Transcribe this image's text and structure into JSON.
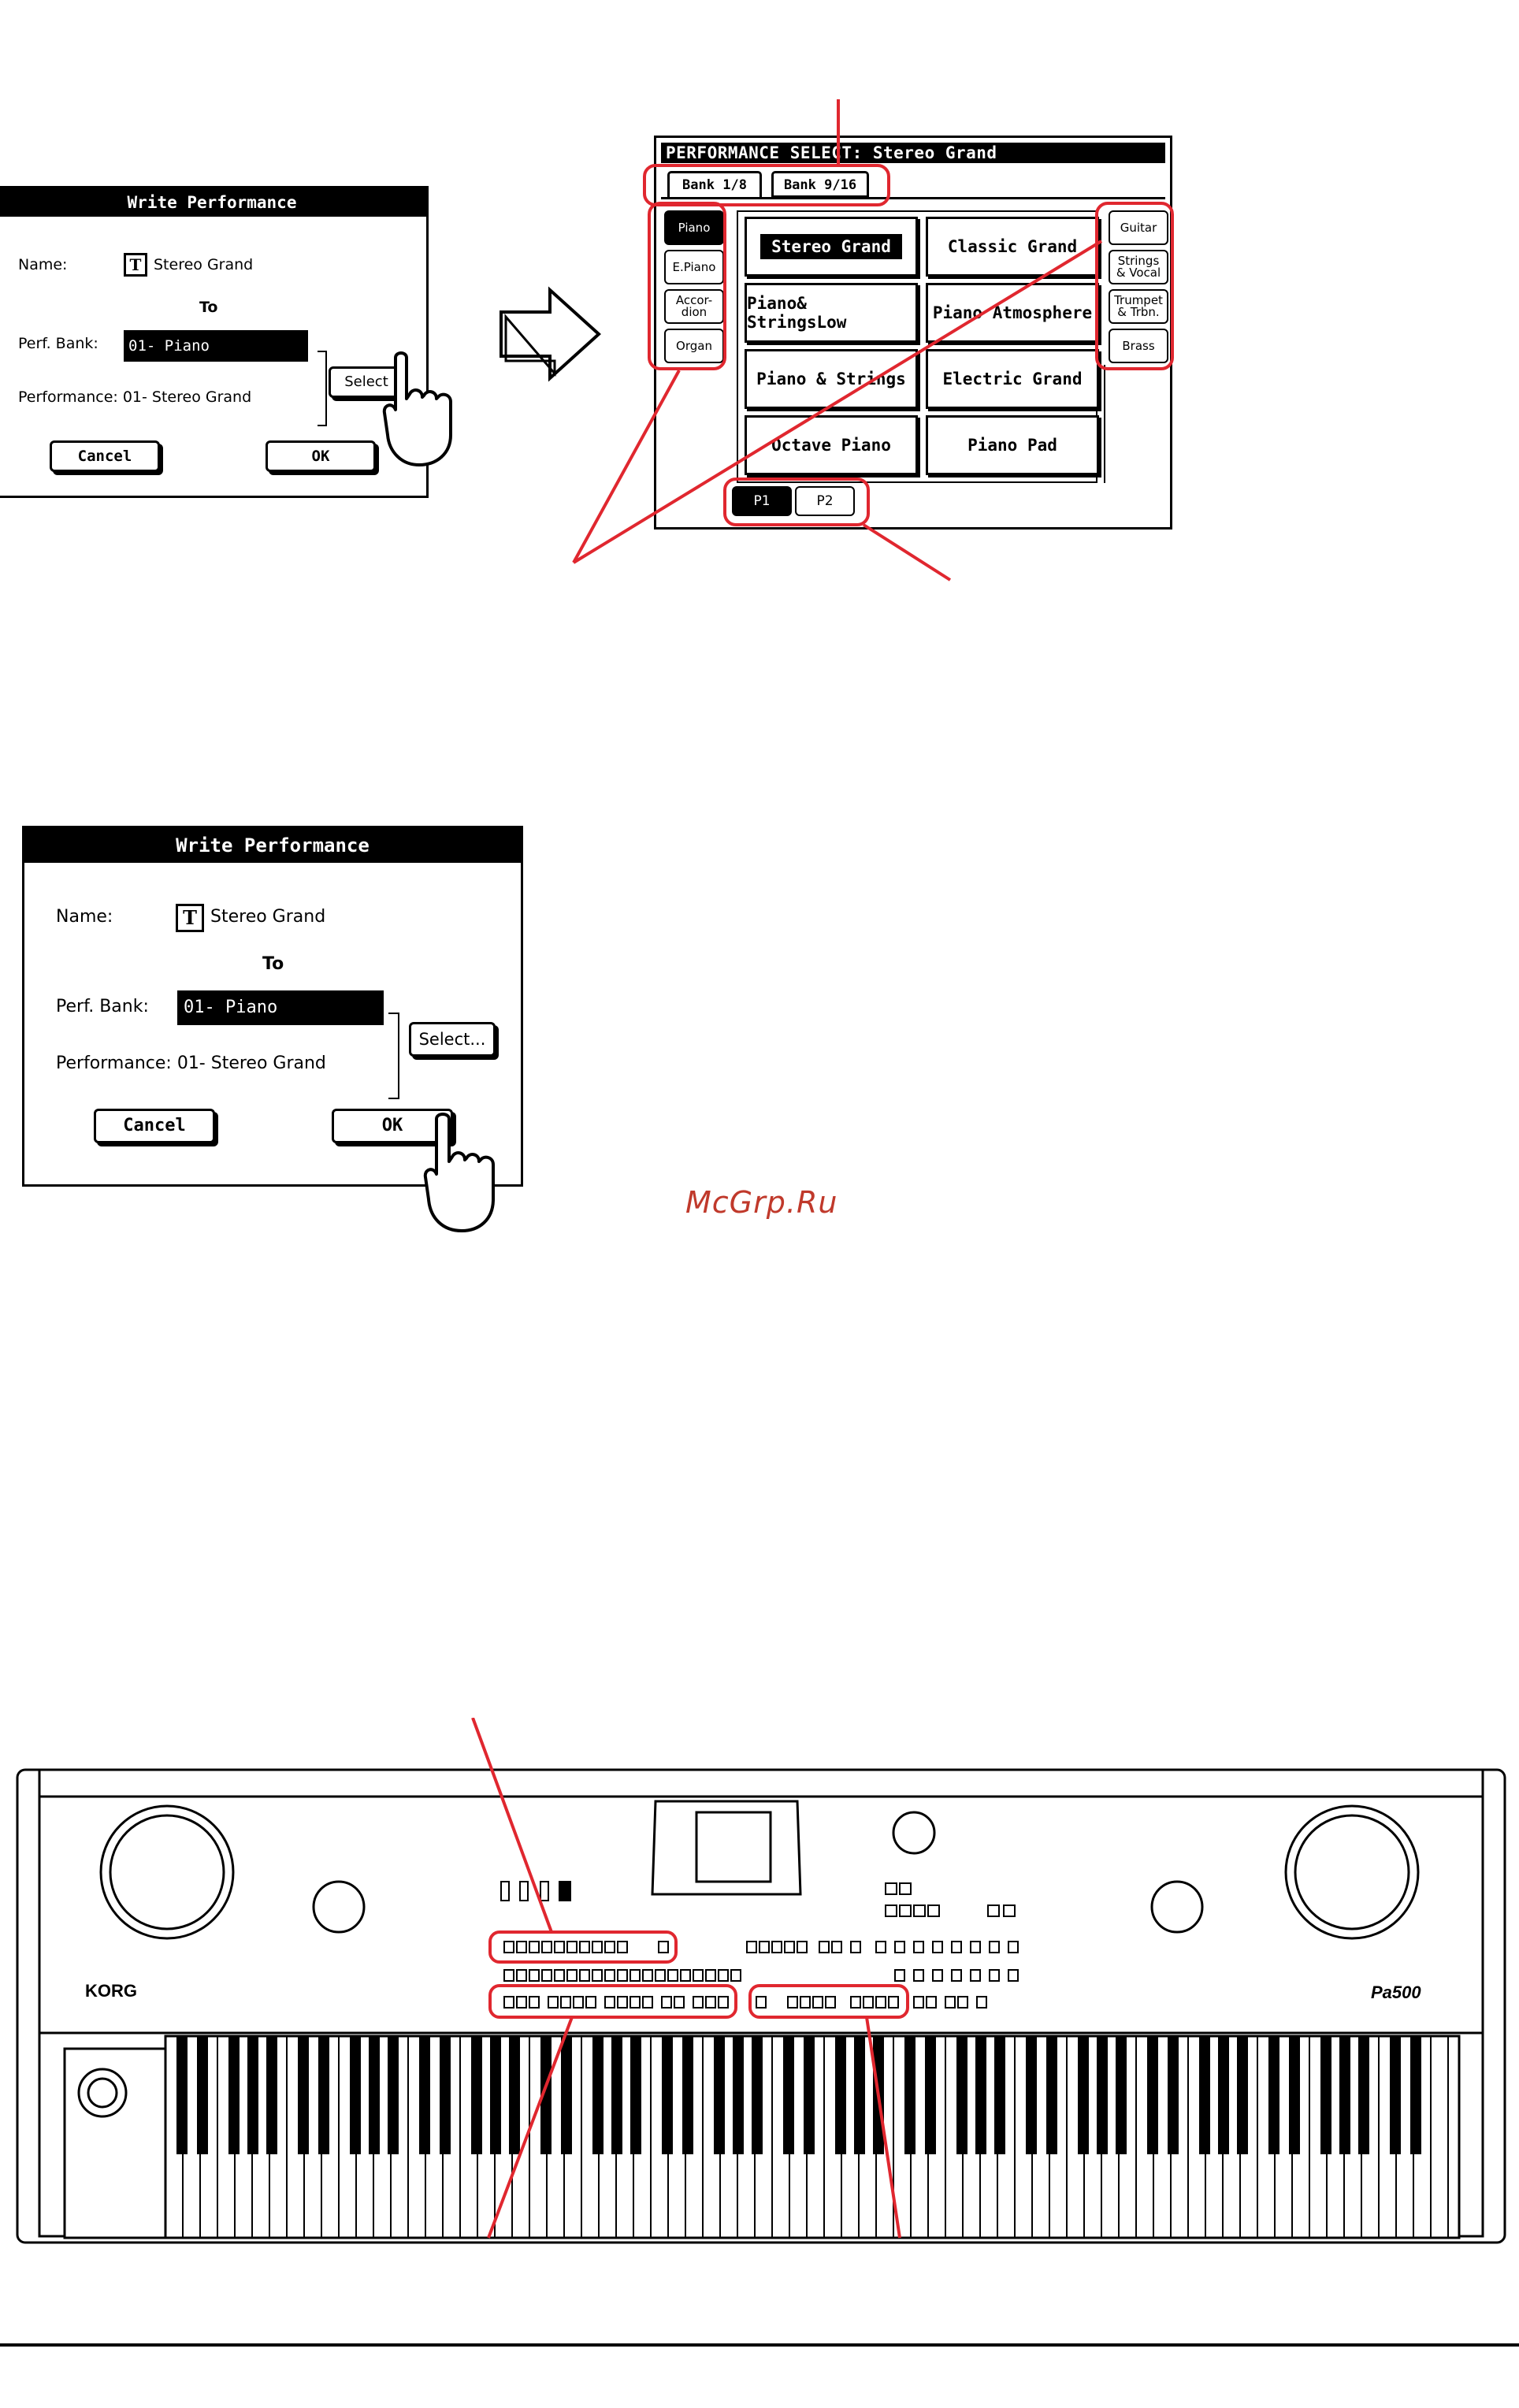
{
  "dialog_top": {
    "title": "Write Performance",
    "name_label": "Name:",
    "name_icon": "T",
    "name_value": "Stereo Grand",
    "to_label": "To",
    "bank_label": "Perf. Bank:",
    "bank_value": "01- Piano",
    "select_label": "Select",
    "performance_label": "Performance: 01- Stereo Grand",
    "cancel_label": "Cancel",
    "ok_label": "OK"
  },
  "perf_select": {
    "title": "PERFORMANCE SELECT: Stereo Grand",
    "tabs": [
      "Bank 1/8",
      "Bank 9/16"
    ],
    "left_buttons": [
      "Piano",
      "E.Piano",
      "Accor-\ndion",
      "Organ"
    ],
    "right_buttons": [
      "Guitar",
      "Strings\n& Vocal",
      "Trumpet\n& Trbn.",
      "Brass"
    ],
    "performances": [
      "Stereo Grand",
      "Classic Grand",
      "Piano& StringsLow",
      "Piano Atmosphere",
      "Piano & Strings",
      "Electric Grand",
      "Octave Piano",
      "Piano Pad"
    ],
    "pages": [
      "P1",
      "P2"
    ]
  },
  "dialog_bottom": {
    "title": "Write Performance",
    "name_label": "Name:",
    "name_icon": "T",
    "name_value": "Stereo Grand",
    "to_label": "To",
    "bank_label": "Perf. Bank:",
    "bank_value": "01- Piano",
    "select_label": "Select...",
    "performance_label": "Performance: 01- Stereo Grand",
    "cancel_label": "Cancel",
    "ok_label": "OK"
  },
  "watermark": "McGrp.Ru",
  "keyboard": {
    "brand": "KORG",
    "model": "Pa500"
  },
  "colors": {
    "callout": "#e0272f",
    "ink": "#000000",
    "watermark": "#c0392b"
  }
}
